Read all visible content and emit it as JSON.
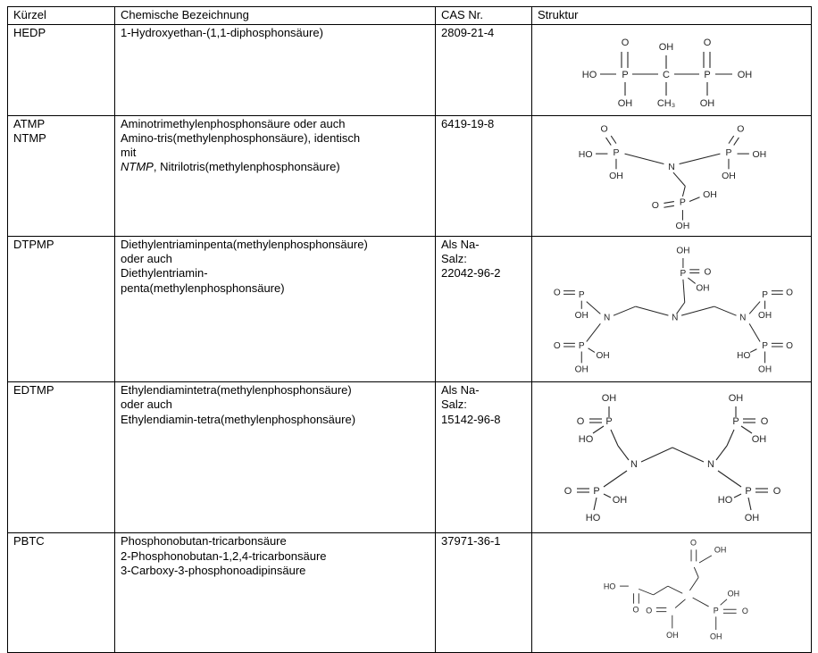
{
  "table": {
    "headers": [
      "Kürzel",
      "Chemische Bezeichnung",
      "CAS Nr.",
      "Struktur"
    ],
    "rows": [
      {
        "kuerzel": [
          "HEDP"
        ],
        "bezeichnung": [
          "1-Hydroxyethan-(1,1-diphosphonsäure)"
        ],
        "cas": [
          "2809-21-4"
        ]
      },
      {
        "kuerzel": [
          "ATMP",
          "NTMP"
        ],
        "bezeichnung": [
          "Aminotrimethylenphosphonsäure oder auch",
          "Amino-tris(methylenphosphonsäure), identisch",
          "mit"
        ],
        "bezeichnung_italic": "NTMP",
        "bezeichnung_italic_rest": ", Nitrilotris(methylenphosphonsäure)",
        "cas": [
          "6419-19-8"
        ]
      },
      {
        "kuerzel": [
          "DTPMP"
        ],
        "bezeichnung": [
          "Diethylentriaminpenta(methylenphosphonsäure)",
          "oder auch",
          "Diethylentriamin-",
          "penta(methylenphosphonsäure)"
        ],
        "cas": [
          "Als Na-",
          "Salz:",
          "22042-96-2"
        ]
      },
      {
        "kuerzel": [
          "EDTMP"
        ],
        "bezeichnung": [
          "Ethylendiamintetra(methylenphosphonsäure)",
          "oder auch",
          "Ethylendiamin-tetra(methylenphosphonsäure)"
        ],
        "cas": [
          "Als Na-",
          "Salz:",
          "15142-96-8"
        ]
      },
      {
        "kuerzel": [
          "PBTC"
        ],
        "bezeichnung": [
          "Phosphonobutan-tricarbonsäure",
          "2-Phosphonobutan-1,2,4-tricarbonsäure",
          "3-Carboxy-3-phosphonoadipinsäure"
        ],
        "cas": [
          "37971-36-1"
        ]
      }
    ],
    "structures": {
      "hedp": {
        "alt": "Strukturformel 1-Hydroxyethan-(1,1-diphosphonsäure)",
        "atoms": [
          "HO",
          "P",
          "O",
          "OH",
          "C",
          "CH₃",
          "P",
          "O",
          "OH",
          "OH",
          "OH"
        ]
      },
      "atmp": {
        "alt": "Strukturformel Aminotris(methylenphosphonsäure)",
        "atoms": [
          "O",
          "P",
          "HO",
          "OH",
          "N",
          "O",
          "P",
          "OH",
          "OH",
          "P",
          "OH",
          "O",
          "OH"
        ]
      },
      "dtpmp": {
        "alt": "Strukturformel Diethylentriaminpenta(methylenphosphonsäure)",
        "atoms": [
          "OH",
          "P",
          "O",
          "OH",
          "N",
          "N",
          "N",
          "O",
          "P",
          "OH",
          "O",
          "P",
          "OH",
          "OH",
          "O",
          "P",
          "OH",
          "O",
          "P",
          "HO",
          "OH"
        ]
      },
      "edtmp": {
        "alt": "Strukturformel Ethylendiamintetra(methylenphosphonsäure)",
        "atoms": [
          "OH",
          "P",
          "O",
          "HO",
          "OH",
          "P",
          "O",
          "OH",
          "N",
          "N",
          "O",
          "P",
          "OH",
          "HO",
          "O",
          "P",
          "HO",
          "OH"
        ]
      },
      "pbtc": {
        "alt": "Strukturformel 2-Phosphonobutan-1,2,4-tricarbonsäure",
        "atoms": [
          "O",
          "OH",
          "HO",
          "O",
          "O",
          "OH",
          "P",
          "OH",
          "O",
          "OH"
        ]
      }
    }
  }
}
